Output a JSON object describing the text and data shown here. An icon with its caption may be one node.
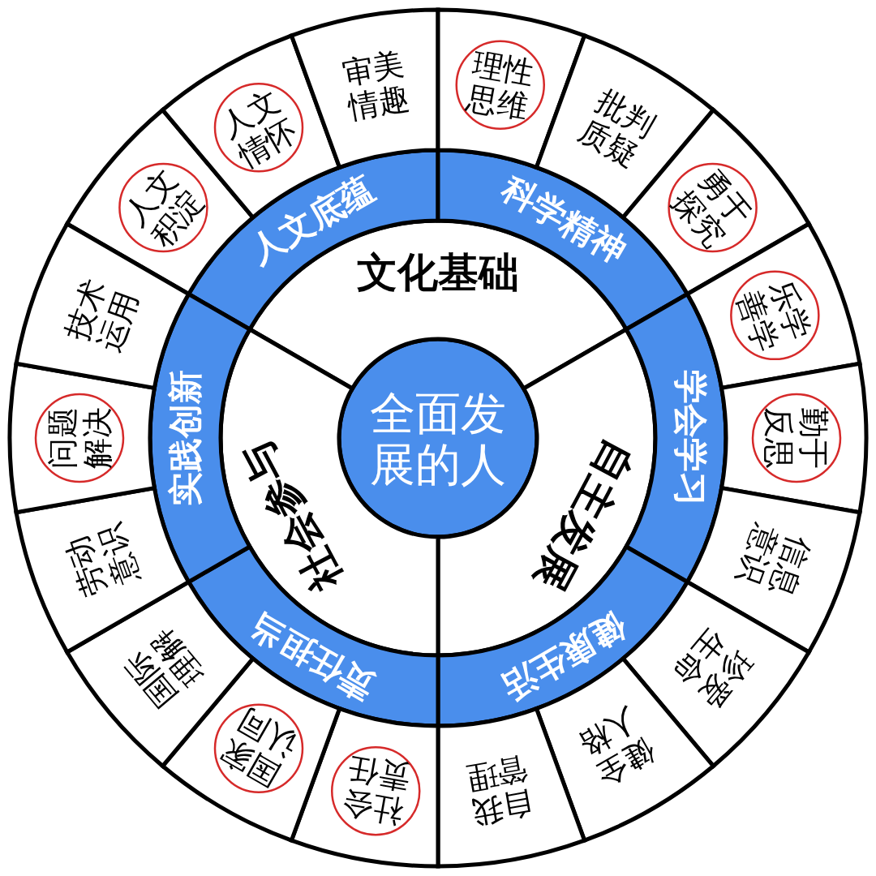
{
  "diagram": {
    "nodes": [
      {
        "text": [
          "全面发展的人"
        ]
      },
      {
        "text": [
          "文化基础"
        ]
      },
      {
        "text": [
          "自主发展"
        ]
      },
      {
        "text": [
          "社会参与"
        ]
      },
      {
        "text": [
          "人文底蕴"
        ]
      },
      {
        "text": [
          "科学精神"
        ]
      },
      {
        "text": [
          "学会学习"
        ]
      },
      {
        "text": [
          "健康生活"
        ]
      },
      {
        "text": [
          "责任担当"
        ]
      },
      {
        "text": [
          "实践创新"
        ]
      },
      {
        "text": [
          "人文积淀"
        ]
      },
      {
        "text": [
          "人文情怀"
        ]
      },
      {
        "text": [
          "审美情趣"
        ]
      },
      {
        "text": [
          "理性思维"
        ]
      },
      {
        "text": [
          "批判质疑"
        ]
      },
      {
        "text": [
          "勇于探究"
        ]
      },
      {
        "text": [
          "乐学善学"
        ]
      },
      {
        "text": [
          "勤于反思"
        ]
      },
      {
        "text": [
          "信息意识"
        ]
      },
      {
        "text": [
          "珍爱生命"
        ]
      },
      {
        "text": [
          "健全人格"
        ]
      },
      {
        "text": [
          "自我管理"
        ]
      },
      {
        "text": [
          "社会责任"
        ]
      },
      {
        "text": [
          "国家认同"
        ]
      },
      {
        "text": [
          "国际理解"
        ]
      },
      {
        "text": [
          "劳动意识"
        ]
      },
      {
        "text": [
          "问题解决"
        ]
      },
      {
        "text": [
          "技术运用"
        ]
      }
    ]
  }
}
